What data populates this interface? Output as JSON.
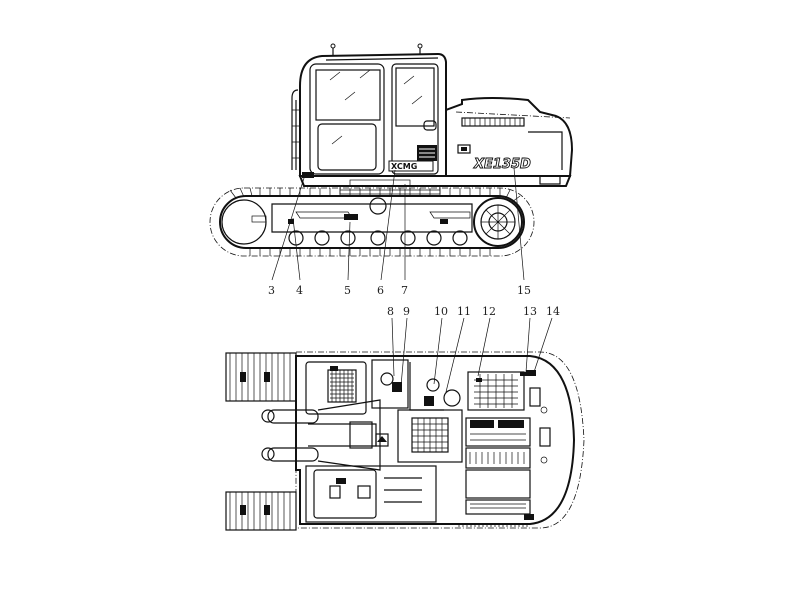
{
  "figure": {
    "side_view": {
      "model_decal": "XE135D",
      "brand_decal": "XCMG",
      "callouts": [
        "3",
        "4",
        "5",
        "6",
        "7",
        "15"
      ]
    },
    "top_view": {
      "callouts": [
        "8",
        "9",
        "10",
        "11",
        "12",
        "13",
        "14"
      ]
    }
  }
}
